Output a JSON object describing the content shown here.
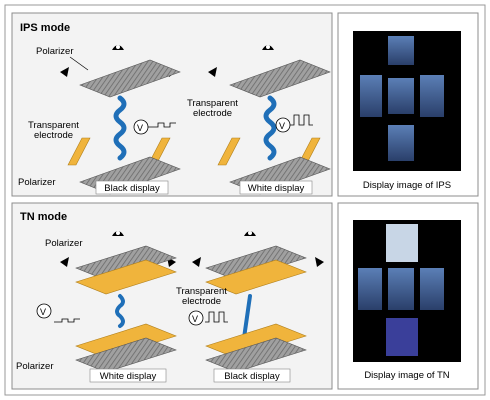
{
  "ips": {
    "title": "IPS mode",
    "polarizer_top": "Polarizer",
    "electrode_left": "Transparent\nelectrode",
    "electrode_right": "Transparent\nelectrode",
    "polarizer_bottom": "Polarizer",
    "caption_left": "Black display",
    "caption_right": "White display",
    "volt_symbol": "V",
    "image_caption": "Display image of IPS"
  },
  "tn": {
    "title": "TN mode",
    "polarizer_top": "Polarizer",
    "electrode": "Transparent\nelectrode",
    "polarizer_bottom": "Polarizer",
    "caption_left": "White display",
    "caption_right": "Black display",
    "volt_left": "V",
    "volt_right": "V",
    "image_caption": "Display image of TN"
  },
  "colors": {
    "panel_bg": "#f2f2f2",
    "border": "#999999",
    "liquid_crystal": "#1f6fb8",
    "electrode": "#f0b43c",
    "polarizer": "#8f8f8f",
    "screen_bg": "#000000"
  }
}
